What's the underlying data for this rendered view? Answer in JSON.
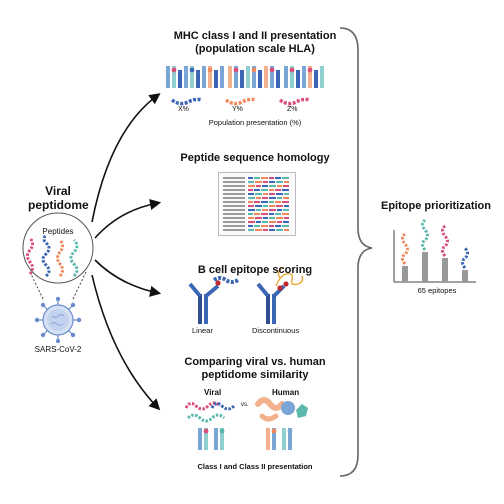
{
  "viral": {
    "title_line1": "Viral",
    "title_line2": "peptidome",
    "peptides_label": "Peptides",
    "virus_label": "SARS-CoV-2"
  },
  "mhc": {
    "title_line1": "MHC class I and II presentation",
    "title_line2": "(population scale HLA)",
    "pct_labels": [
      "X%",
      "Y%",
      "Z%"
    ],
    "caption": "Population presentation (%)"
  },
  "homology": {
    "title": "Peptide sequence homology"
  },
  "bcell": {
    "title": "B cell epitope scoring",
    "linear_label": "Linear",
    "discontinuous_label": "Discontinuous"
  },
  "compare": {
    "title_line1": "Comparing viral vs. human",
    "title_line2": "peptidome similarity",
    "viral_label": "Viral",
    "vs_label": "vs.",
    "human_label": "Human",
    "caption": "Class I and Class II presentation"
  },
  "output": {
    "title": "Epitope prioritization",
    "caption": "65 epitopes"
  },
  "colors": {
    "blue": "#3a66b5",
    "teal": "#5ab8ad",
    "orange": "#f08a5d",
    "pink": "#d94f7a",
    "mhc_blue": "#7aa6d6",
    "mhc_teal": "#8fd0cf",
    "mhc_peach": "#f2b18c"
  }
}
